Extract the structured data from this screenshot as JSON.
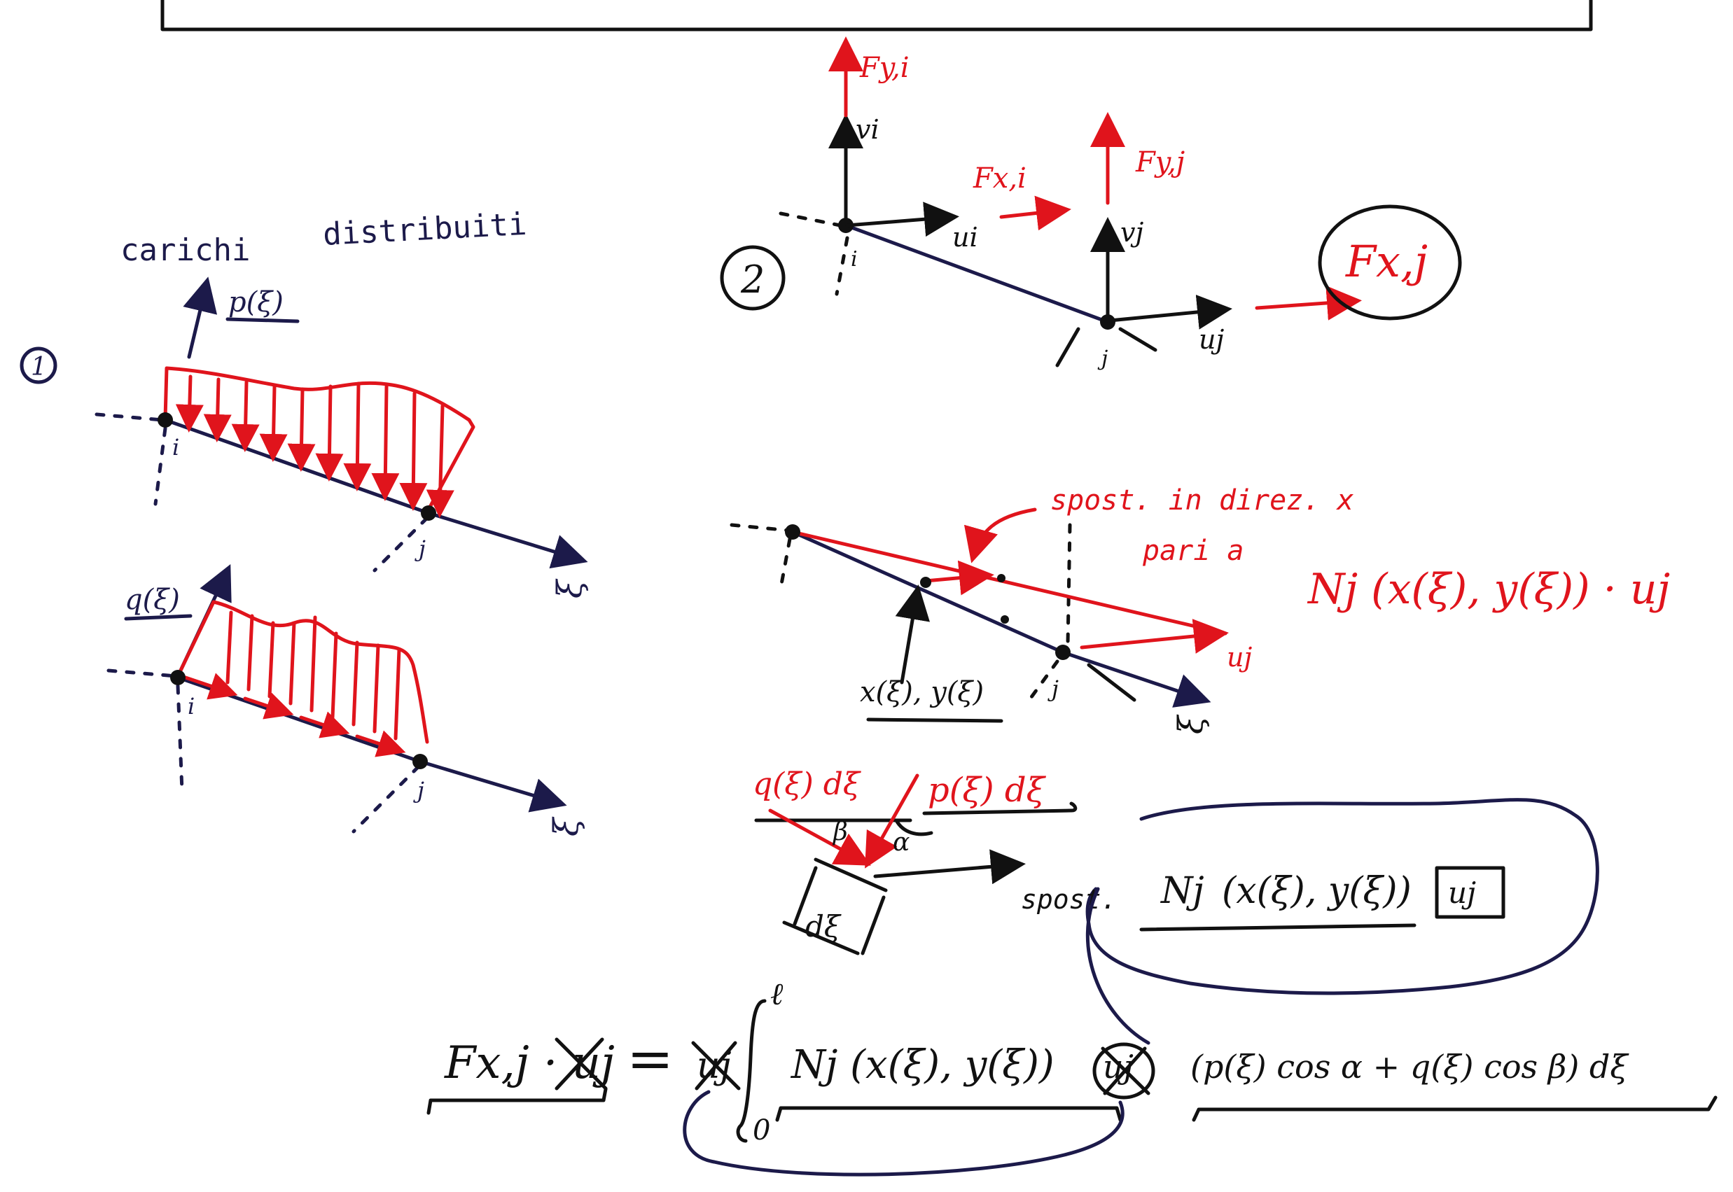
{
  "diagram": {
    "colors": {
      "black_ink": "#111111",
      "navy_ink": "#1c1a4a",
      "red_ink": "#e0141c"
    },
    "panel_1": {
      "heading_word_1": "carichi",
      "heading_word_2": "distribuiti",
      "number": "1",
      "beam_top": {
        "load_label": "p(ξ)",
        "node_i": "i",
        "node_j": "j",
        "axis": "ξ"
      },
      "beam_bottom": {
        "load_label": "q(ξ)",
        "node_i": "i",
        "node_j": "j",
        "axis": "ξ"
      }
    },
    "panel_2": {
      "number": "2",
      "node_i": "i",
      "node_j": "j",
      "forces": {
        "fy_i": "Fy,i",
        "fx_i": "Fx,i",
        "fy_j": "Fy,j",
        "fx_j_circled": "Fx,j"
      },
      "displacements": {
        "v_i": "vi",
        "u_i": "ui",
        "v_j": "vj",
        "u_j": "uj"
      }
    },
    "displacement_sketch": {
      "annotation_line_1": "spost. in direz. x",
      "annotation_line_2": "pari a",
      "formula": "Nj (x(ξ), y(ξ)) · uj",
      "point_label": "x(ξ), y(ξ)",
      "node_j": "j",
      "u_j": "uj",
      "axis": "ξ"
    },
    "element_sketch": {
      "q_label": "q(ξ) dξ",
      "p_label": "p(ξ) dξ",
      "beta": "β",
      "alpha": "α",
      "length": "dξ"
    },
    "bubble": {
      "prefix": "spost.",
      "function": "Nj",
      "argument": "(x(ξ), y(ξ))",
      "boxed": "uj"
    },
    "equation": {
      "lhs": "Fx,j · uj",
      "equals": "=",
      "cancel": "uj",
      "integral_upper": "ℓ",
      "integral_lower": "0",
      "shape_function": "Nj (x(ξ), y(ξ))",
      "cancel_2": "uj",
      "load_term": "(p(ξ) cos α + q(ξ) cos β) dξ"
    }
  }
}
